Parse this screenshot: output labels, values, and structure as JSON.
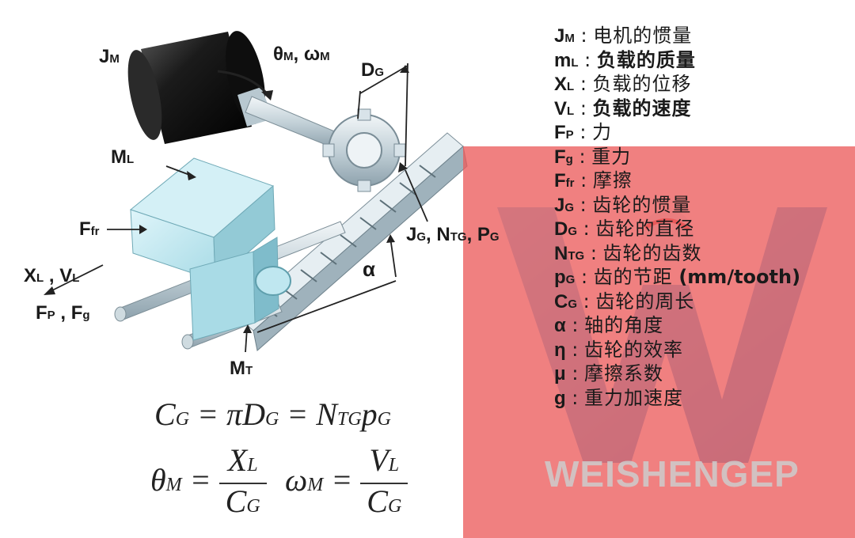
{
  "diagram": {
    "labels": {
      "jm": {
        "main": "J",
        "sub": "M"
      },
      "theta_omega": {
        "t": "θ",
        "ts": "M",
        "sep": ", ",
        "w": "ω",
        "ws": "M"
      },
      "dg": {
        "main": "D",
        "sub": "G"
      },
      "ml": {
        "main": "M",
        "sub": "L"
      },
      "ffr": {
        "main": "F",
        "sub": "fr"
      },
      "xl_vl": {
        "a": "X",
        "as": "L",
        "sep": " , ",
        "b": "V",
        "bs": "L"
      },
      "fp_fg": {
        "a": "F",
        "as": "P",
        "sep": " , ",
        "b": "F",
        "bs": "g"
      },
      "mt": {
        "main": "M",
        "sub": "T"
      },
      "alpha": "α",
      "jg_ntg_pg": {
        "a": "J",
        "as": "G",
        "sep1": ", ",
        "b": "N",
        "bs": "TG",
        "sep2": ", ",
        "c": "P",
        "cs": "G"
      }
    },
    "formulas": {
      "cg": {
        "a": "C",
        "as": "G",
        "eq1": " = π",
        "b": "D",
        "bs": "G",
        "eq2": " = ",
        "c": "N",
        "cs": "TG",
        "d": "p",
        "ds": "G"
      },
      "theta": {
        "lhs": "θ",
        "lhs_sub": "M",
        "eq": " = ",
        "num": "X",
        "num_sub": "L",
        "den": "C",
        "den_sub": "G"
      },
      "omega": {
        "lhs": "ω",
        "lhs_sub": "M",
        "eq": " = ",
        "num": "V",
        "num_sub": "L",
        "den": "C",
        "den_sub": "G"
      }
    }
  },
  "legend": [
    {
      "sym": "J",
      "sub": "M",
      "desc": "电机的惯量"
    },
    {
      "sym": "m",
      "sub": "L",
      "desc": "负载的质量"
    },
    {
      "sym": "X",
      "sub": "L",
      "desc": "负载的位移"
    },
    {
      "sym": "V",
      "sub": "L",
      "desc": "负载的速度"
    },
    {
      "sym": "F",
      "sub": "P",
      "desc": "力"
    },
    {
      "sym": "F",
      "sub": "g",
      "desc": "重力"
    },
    {
      "sym": "F",
      "sub": "fr",
      "desc": "摩擦"
    },
    {
      "sym": "J",
      "sub": "G",
      "desc": "齿轮的惯量"
    },
    {
      "sym": "D",
      "sub": "G",
      "desc": "齿轮的直径"
    },
    {
      "sym": "N",
      "sub": "TG",
      "desc": "齿轮的齿数"
    },
    {
      "sym": "p",
      "sub": "G",
      "desc": "齿的节距",
      "unit": "(mm/tooth)"
    },
    {
      "sym": "C",
      "sub": "G",
      "desc": "齿轮的周长"
    },
    {
      "sym": "α",
      "sub": "",
      "desc": "轴的角度"
    },
    {
      "sym": "η",
      "sub": "",
      "desc": "齿轮的效率"
    },
    {
      "sym": "μ",
      "sub": "",
      "desc": "摩擦系数"
    },
    {
      "sym": "g",
      "sub": "",
      "desc": "重力加速度"
    }
  ],
  "legend_separator": " : ",
  "watermark": {
    "text": "WEISHENGEP"
  },
  "colors": {
    "motor": "#1b1b1b",
    "metal": "#c8d7df",
    "block": "#bfe7f0",
    "block_dark": "#8fc7d3",
    "watermark_red": "#ec5c5c",
    "watermark_blue": "#4ab2e8"
  }
}
